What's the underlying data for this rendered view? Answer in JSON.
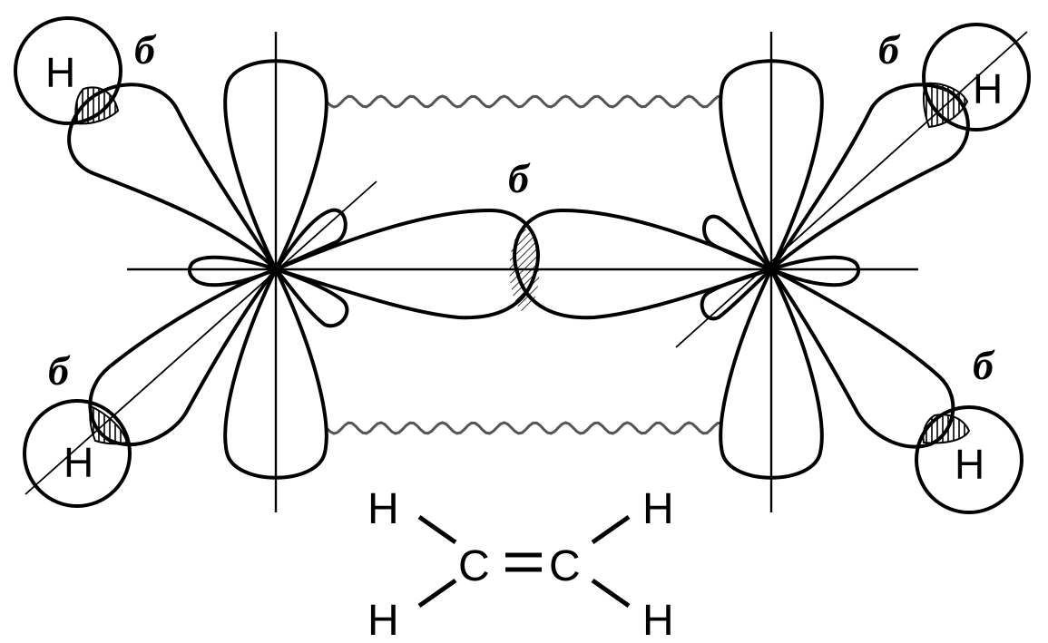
{
  "figure": {
    "sigma_symbol": "б",
    "hydrogen_label": "H",
    "carbon_label": "C",
    "colors": {
      "line": "#000000",
      "pi_bond_wave": "#555555",
      "background": "#ffffff"
    }
  },
  "formula": {
    "atoms": [
      "H",
      "H",
      "C",
      "C",
      "H",
      "H"
    ],
    "double_bond": "="
  }
}
